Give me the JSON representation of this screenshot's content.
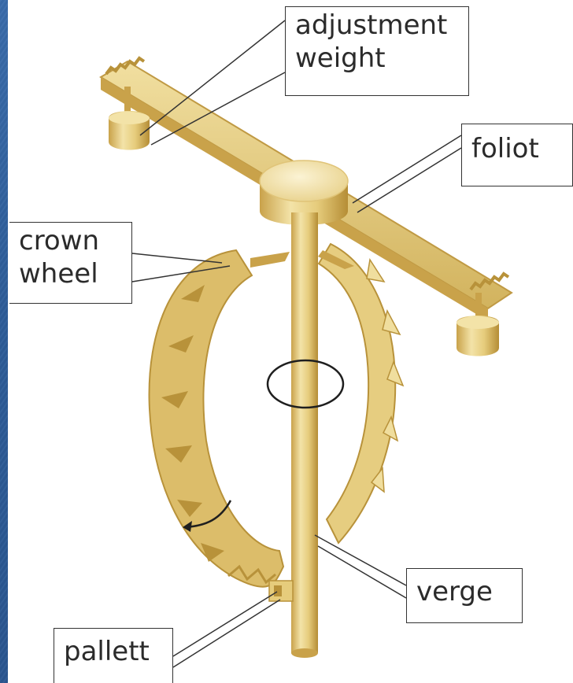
{
  "colors": {
    "background": "#2f5f9c",
    "panel": "#ffffff",
    "brass_light": "#f4e7b4",
    "brass_mid": "#e3c878",
    "brass_dark": "#b8923a",
    "leader_line": "#333333"
  },
  "labels": {
    "adjustment_weight": "adjustment\nweight",
    "foliot": "foliot",
    "crown_wheel": "crown\nwheel",
    "verge": "verge",
    "pallett": "pallett"
  }
}
